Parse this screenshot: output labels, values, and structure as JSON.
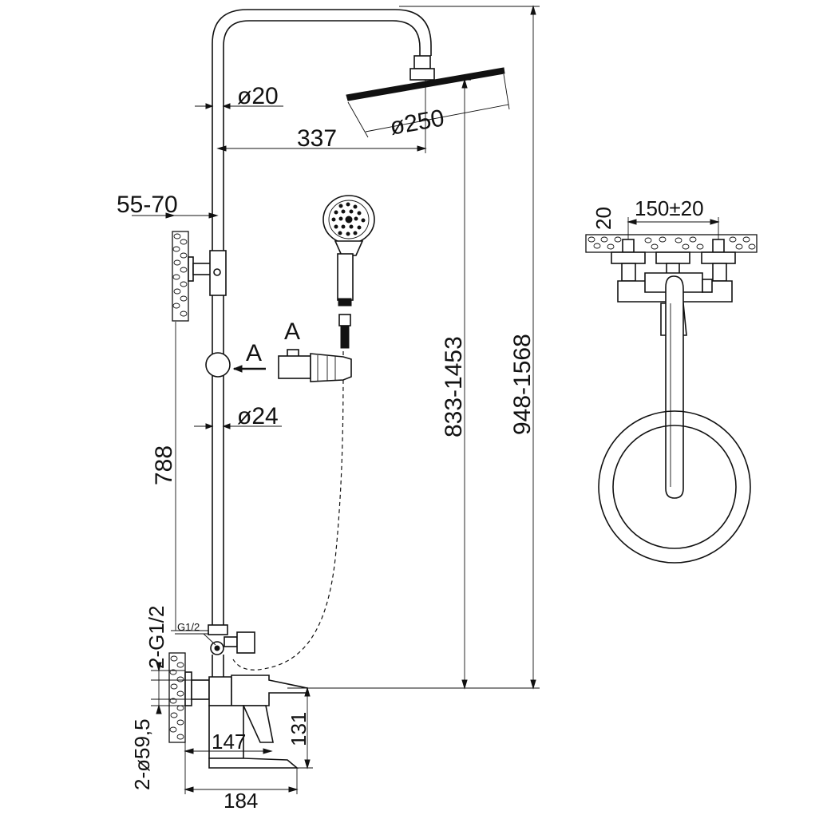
{
  "dimensions": {
    "pipe_diameter": "ø20",
    "head_diameter": "ø250",
    "arm_length": "337",
    "wall_clearance": "55-70",
    "section_marker": "A",
    "slide_bar_diameter": "ø24",
    "bar_length": "788",
    "height_range_head": "833-1453",
    "height_range_total": "948-1568",
    "inlet_thread": "2-G1/2",
    "outlet_thread": "G1/2",
    "flange_diameter": "2-ø59,5",
    "spout_projection": "147",
    "mixer_height": "131",
    "mixer_width": "184",
    "inlet_spacing": "150±20",
    "wall_depth": "20"
  }
}
